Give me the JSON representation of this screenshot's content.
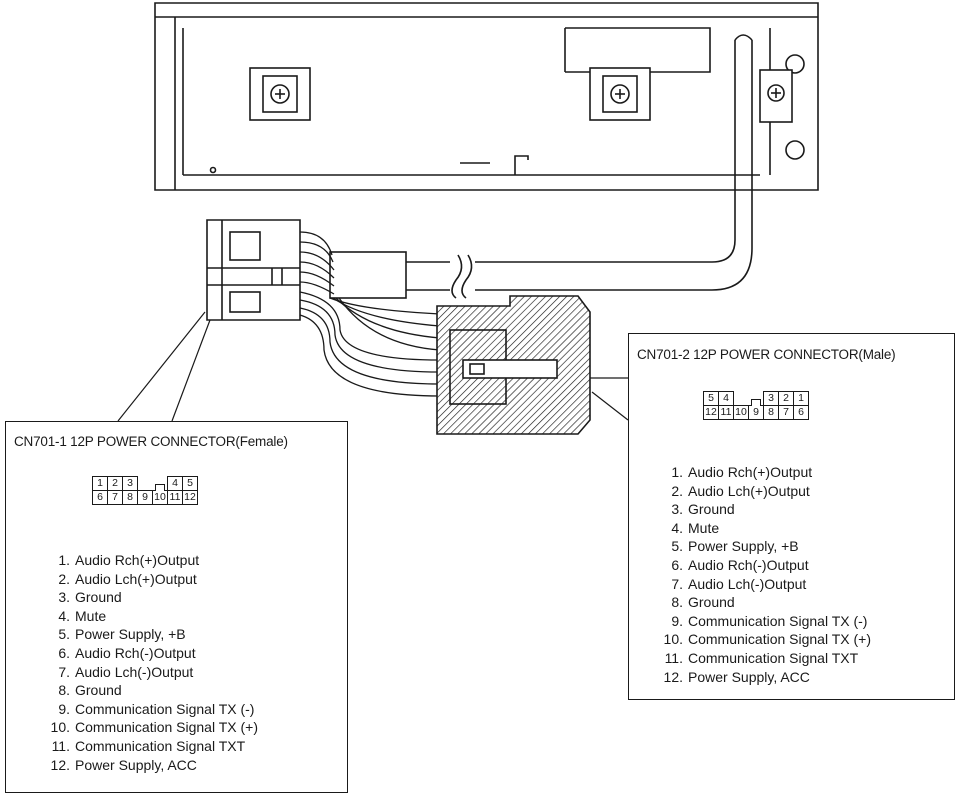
{
  "female": {
    "title": "CN701-1 12P POWER CONNECTOR(Female)",
    "grid_top": [
      "1",
      "2",
      "3",
      "",
      "",
      "4",
      "5"
    ],
    "grid_bottom": [
      "6",
      "7",
      "8",
      "9",
      "10",
      "11",
      "12"
    ],
    "pins": [
      {
        "n": "1.",
        "label": "Audio Rch(+)Output"
      },
      {
        "n": "2.",
        "label": "Audio Lch(+)Output"
      },
      {
        "n": "3.",
        "label": "Ground"
      },
      {
        "n": "4.",
        "label": "Mute"
      },
      {
        "n": "5.",
        "label": "Power Supply, +B"
      },
      {
        "n": "6.",
        "label": "Audio Rch(-)Output"
      },
      {
        "n": "7.",
        "label": "Audio Lch(-)Output"
      },
      {
        "n": "8.",
        "label": "Ground"
      },
      {
        "n": "9.",
        "label": "Communication Signal TX (-)"
      },
      {
        "n": "10.",
        "label": "Communication Signal TX (+)"
      },
      {
        "n": "11.",
        "label": "Communication Signal TXT"
      },
      {
        "n": "12.",
        "label": "Power Supply, ACC"
      }
    ]
  },
  "male": {
    "title": "CN701-2 12P POWER CONNECTOR(Male)",
    "grid_top": [
      "5",
      "4",
      "",
      "",
      "3",
      "2",
      "1"
    ],
    "grid_bottom": [
      "12",
      "11",
      "10",
      "9",
      "8",
      "7",
      "6"
    ],
    "pins": [
      {
        "n": "1.",
        "label": "Audio Rch(+)Output"
      },
      {
        "n": "2.",
        "label": "Audio Lch(+)Output"
      },
      {
        "n": "3.",
        "label": "Ground"
      },
      {
        "n": "4.",
        "label": "Mute"
      },
      {
        "n": "5.",
        "label": "Power Supply, +B"
      },
      {
        "n": "6.",
        "label": "Audio Rch(-)Output"
      },
      {
        "n": "7.",
        "label": "Audio Lch(-)Output"
      },
      {
        "n": "8.",
        "label": "Ground"
      },
      {
        "n": "9.",
        "label": "Communication Signal TX (-)"
      },
      {
        "n": "10.",
        "label": "Communication Signal TX (+)"
      },
      {
        "n": "11.",
        "label": "Communication Signal TXT"
      },
      {
        "n": "12.",
        "label": "Power Supply, ACC"
      }
    ]
  },
  "colors": {
    "ink": "#1a1a1a",
    "paper": "#ffffff"
  }
}
